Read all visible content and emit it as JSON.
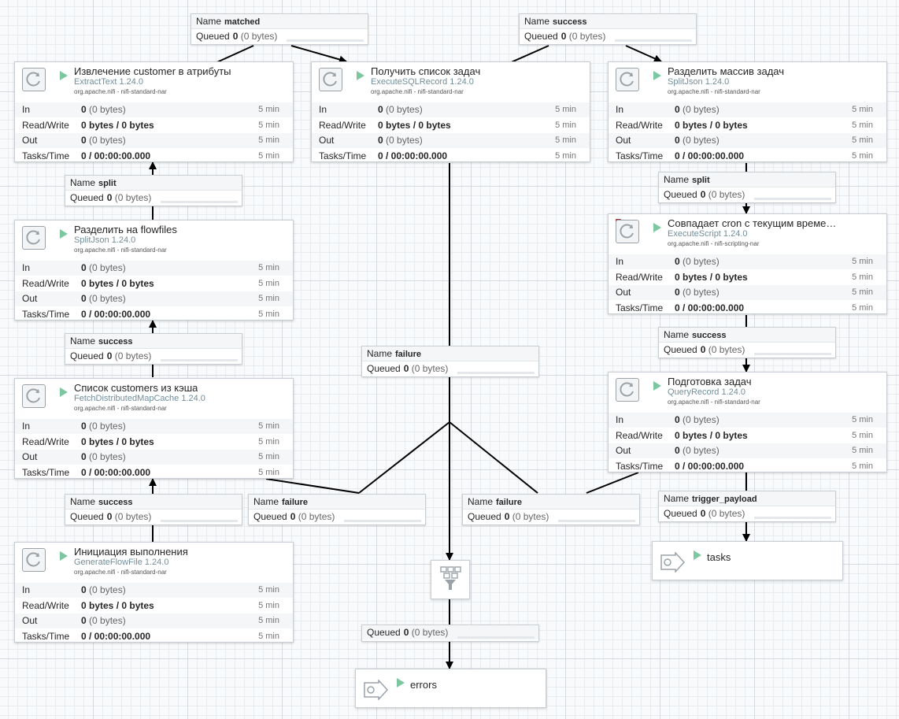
{
  "stat_labels": {
    "in": "In",
    "rw": "Read/Write",
    "out": "Out",
    "tasks": "Tasks/Time"
  },
  "stat_values": {
    "zero": "0",
    "bytes": "(0 bytes)",
    "rw_value": "0 bytes / 0 bytes",
    "tasks_value": "0 / 00:00:00.000",
    "window": "5 min"
  },
  "conn_labels": {
    "name": "Name",
    "queued": "Queued"
  },
  "processors": [
    {
      "name": "Извлечение customer в атрибуты",
      "type": "ExtractText 1.24.0",
      "bundle": "org.apache.nifi - nifi-standard-nar"
    },
    {
      "name": "Получить список задач",
      "type": "ExecuteSQLRecord 1.24.0",
      "bundle": "org.apache.nifi - nifi-standard-nar"
    },
    {
      "name": "Разделить массив задач",
      "type": "SplitJson 1.24.0",
      "bundle": "org.apache.nifi - nifi-standard-nar"
    },
    {
      "name": "Разделить на flowfiles",
      "type": "SplitJson 1.24.0",
      "bundle": "org.apache.nifi - nifi-standard-nar"
    },
    {
      "name": "Совпадает cron с текущим време…",
      "type": "ExecuteScript 1.24.0",
      "bundle": "org.apache.nifi - nifi-scripting-nar"
    },
    {
      "name": "Список customers из кэша",
      "type": "FetchDistributedMapCache 1.24.0",
      "bundle": "org.apache.nifi - nifi-standard-nar"
    },
    {
      "name": "Подготовка задач",
      "type": "QueryRecord 1.24.0",
      "bundle": "org.apache.nifi - nifi-standard-nar"
    },
    {
      "name": "Инициация выполнения",
      "type": "GenerateFlowFile 1.24.0",
      "bundle": "org.apache.nifi - nifi-standard-nar"
    }
  ],
  "connections": [
    {
      "name": "matched",
      "queued_count": "0",
      "queued_size": "(0 bytes)"
    },
    {
      "name": "success",
      "queued_count": "0",
      "queued_size": "(0 bytes)"
    },
    {
      "name": "split",
      "queued_count": "0",
      "queued_size": "(0 bytes)"
    },
    {
      "name": "split",
      "queued_count": "0",
      "queued_size": "(0 bytes)"
    },
    {
      "name": "success",
      "queued_count": "0",
      "queued_size": "(0 bytes)"
    },
    {
      "name": "success",
      "queued_count": "0",
      "queued_size": "(0 bytes)"
    },
    {
      "name": "failure",
      "queued_count": "0",
      "queued_size": "(0 bytes)"
    },
    {
      "name": "success",
      "queued_count": "0",
      "queued_size": "(0 bytes)"
    },
    {
      "name": "failure",
      "queued_count": "0",
      "queued_size": "(0 bytes)"
    },
    {
      "name": "failure",
      "queued_count": "0",
      "queued_size": "(0 bytes)"
    },
    {
      "name": "trigger_payload",
      "queued_count": "0",
      "queued_size": "(0 bytes)"
    },
    {
      "name": "",
      "queued_count": "0",
      "queued_size": "(0 bytes)"
    }
  ],
  "ports": [
    {
      "name": "tasks"
    },
    {
      "name": "errors"
    }
  ],
  "colors": {
    "running": "#7dc7a0",
    "connection": "#000000",
    "type_text": "#728e9b",
    "restricted": "#a2373b"
  },
  "icons": {
    "processor": "processor-icon",
    "output_port": "output-port-icon",
    "funnel": "funnel-icon",
    "run": "run-icon"
  }
}
